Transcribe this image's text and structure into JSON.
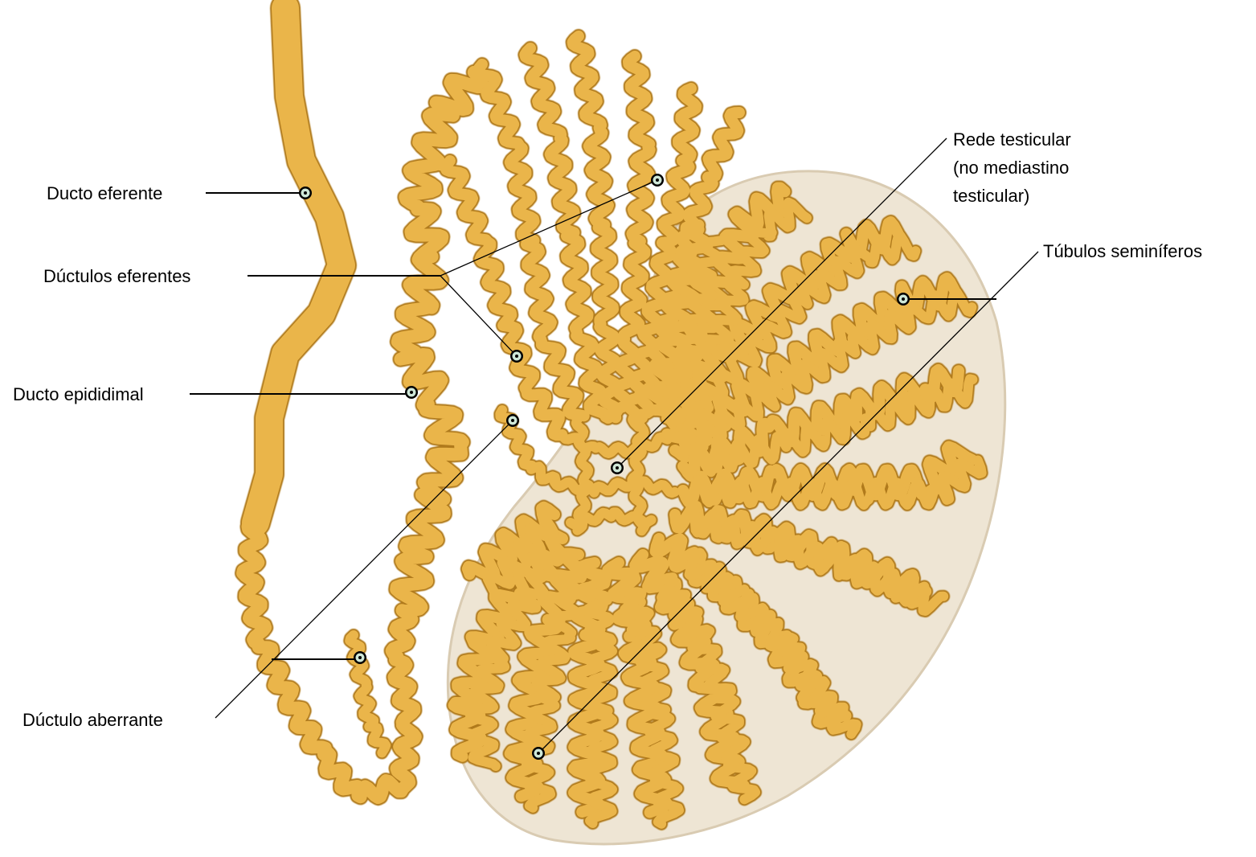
{
  "labels": {
    "ducto_eferente": "Ducto eferente",
    "ductulos_eferentes": "Dúctulos eferentes",
    "ducto_epididimal": "Ducto epididimal",
    "ductulo_aberrante": "Dúctulo aberrante",
    "rede_testicular_line1": "Rede testicular",
    "rede_testicular_line2": "(no mediastino",
    "rede_testicular_line3": "testicular)",
    "tubulos_seminiferos": "Túbulos seminíferos"
  },
  "colors": {
    "tubule": "#eab54a",
    "tubule_edge": "#b07a1a",
    "testis_body": "#eee5d4",
    "testis_edge": "#d9cbb2",
    "background": "#ffffff",
    "text": "#000000"
  }
}
